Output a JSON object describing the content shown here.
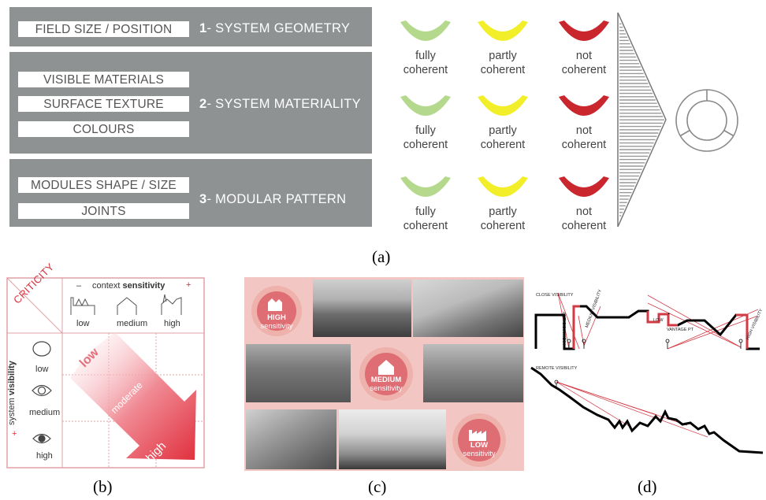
{
  "panel_a": {
    "caption": "(a)",
    "systems": [
      {
        "number": "1",
        "label": "- SYSTEM GEOMETRY",
        "criteria": [
          "FIELD SIZE / POSITION"
        ]
      },
      {
        "number": "2",
        "label": "- SYSTEM MATERIALITY",
        "criteria": [
          "VISIBLE MATERIALS",
          "SURFACE TEXTURE",
          "COLOURS"
        ]
      },
      {
        "number": "3",
        "label": "- MODULAR PATTERN",
        "criteria": [
          "MODULES SHAPE / SIZE",
          "JOINTS"
        ]
      }
    ],
    "coherence_levels": [
      {
        "line1": "fully",
        "line2": "coherent",
        "color": "#b5d98c"
      },
      {
        "line1": "partly",
        "line2": "coherent",
        "color": "#f2ef2a"
      },
      {
        "line1": "not",
        "line2": "coherent",
        "color": "#c9262e"
      }
    ]
  },
  "panel_b": {
    "caption": "(b)",
    "criticity_label": "CRITICITY",
    "context_sensitivity": {
      "minus": "–",
      "label_prefix": "context ",
      "label_bold": "sensitivity",
      "plus": "+"
    },
    "context_levels": [
      "low",
      "medium",
      "high"
    ],
    "system_visibility": {
      "minus": "–",
      "label_prefix": "system ",
      "label_bold": "visibility",
      "plus": "+"
    },
    "visibility_levels": [
      "low",
      "medium",
      "high"
    ],
    "criticity_levels": [
      "low",
      "moderate",
      "high"
    ]
  },
  "panel_c": {
    "caption": "(c)",
    "badges": [
      {
        "line1": "HIGH",
        "line2": "sensitivity"
      },
      {
        "line1": "MEDIUM",
        "line2": "sensitivity"
      },
      {
        "line1": "LOW",
        "line2": "sensitivity"
      }
    ]
  },
  "panel_d": {
    "caption": "(d)",
    "labels": {
      "close_visibility": "CLOSE VISIBILITY",
      "high_visibility_1": "HIGH VISIBILITY",
      "medium_visibility": "MEDIUM VISIBILITY",
      "low": "LOW",
      "vantage_point": "VANTAGE PT",
      "high_visibility_2": "HIGH VISIBILITY",
      "remote_visibility": "REMOTE VISIBILITY"
    }
  }
}
